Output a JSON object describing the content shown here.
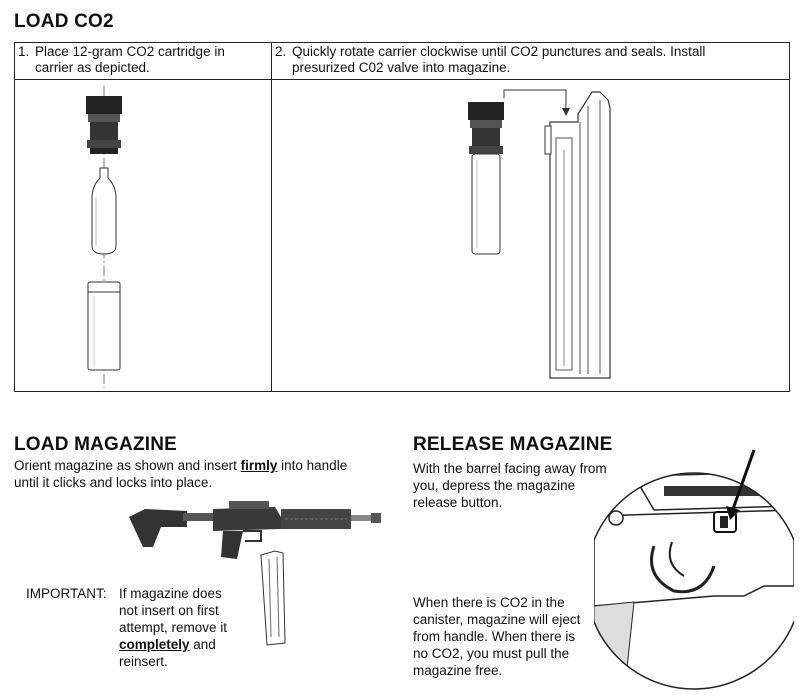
{
  "load_co2": {
    "title": "LOAD CO2",
    "step1": {
      "num": "1.",
      "text1": "Place 12-gram CO2 cartridge in",
      "text2": "carrier as depicted."
    },
    "step2": {
      "num": "2.",
      "text1": "Quickly rotate carrier clockwise until CO2 punctures and seals. Install",
      "text2": "presurized C02 valve into magazine."
    }
  },
  "load_magazine": {
    "title": "LOAD MAGAZINE",
    "intro_pre": "Orient magazine as shown and insert ",
    "intro_bold": "firmly",
    "intro_post": " into handle",
    "intro_line2": "until it clicks and locks into place.",
    "important_label": "IMPORTANT:",
    "important_l1": "If magazine does",
    "important_l2": "not insert on first",
    "important_l3": "attempt, remove it",
    "important_bold": "completely",
    "important_and": " and",
    "important_l5": "reinsert."
  },
  "release_magazine": {
    "title": "RELEASE MAGAZINE",
    "l1": "With the barrel facing away from",
    "l2": "you, depress the magazine",
    "l3": "release button.",
    "note1": "When there is CO2 in the",
    "note2": "canister, magazine will eject",
    "note3": "from handle. When there is",
    "note4": "no CO2, you must pull the",
    "note5": "magazine free."
  }
}
